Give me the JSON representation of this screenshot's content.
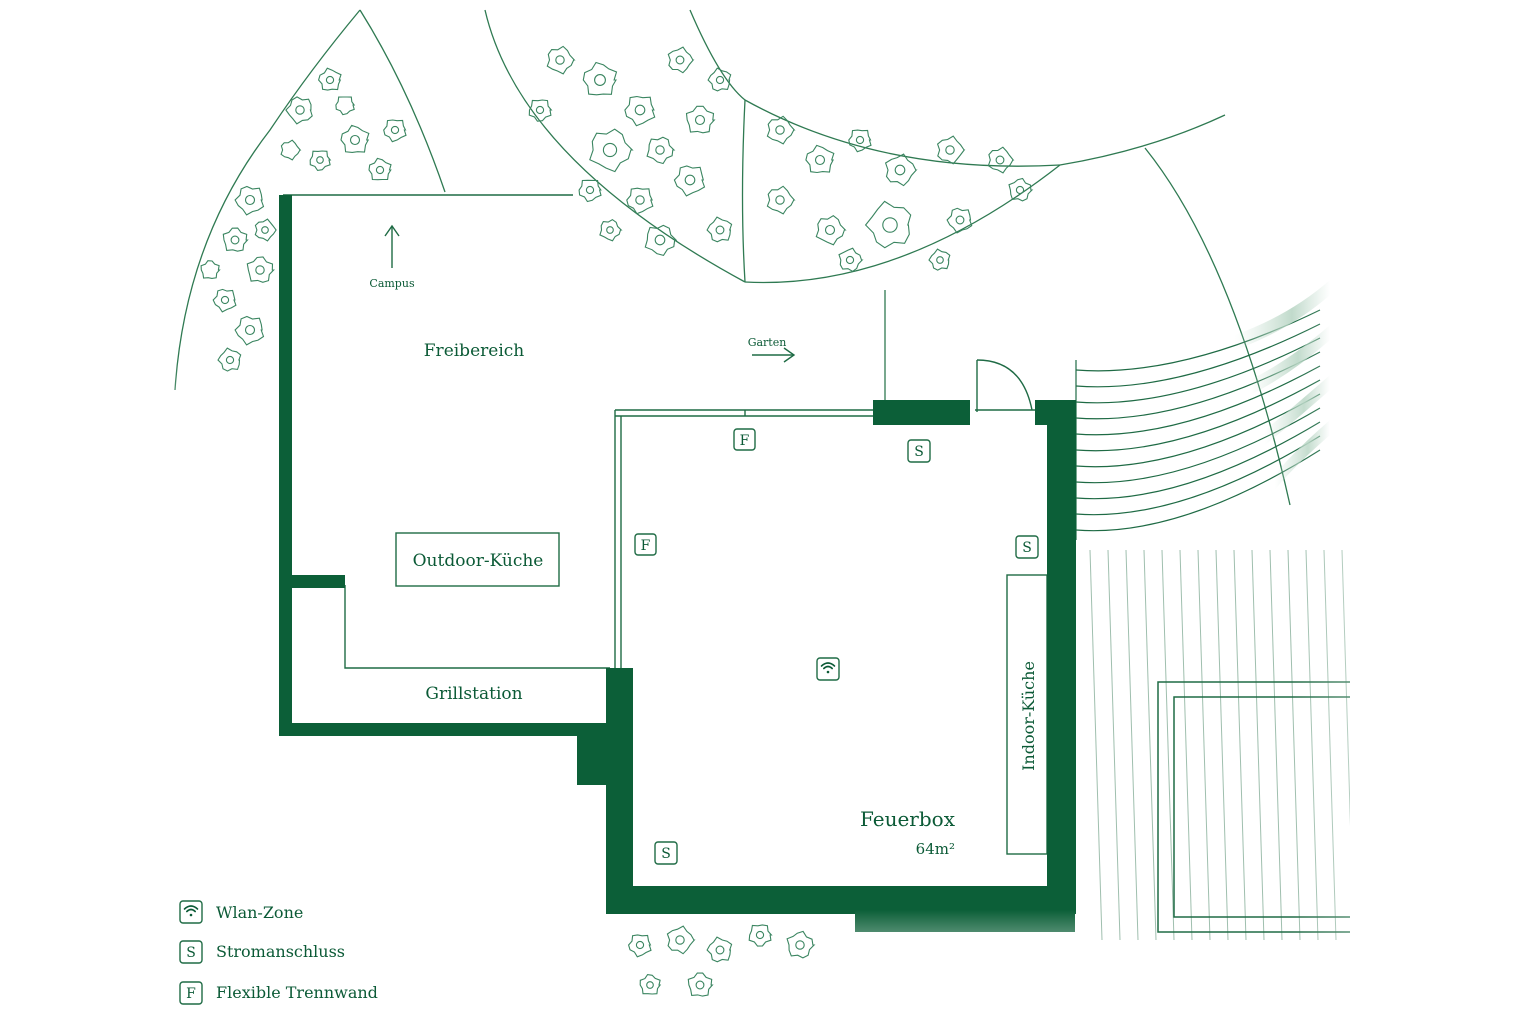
{
  "colors": {
    "primary": "#0b5a36",
    "wall": "#0c5f38",
    "line": "#1f6b45",
    "foliage": "#2f7a52",
    "background": "#ffffff"
  },
  "plan": {
    "freibereich": "Freibereich",
    "campus": "Campus",
    "garten": "Garten",
    "outdoor_kitchen": "Outdoor-Küche",
    "grill": "Grillstation",
    "indoor_kitchen": "Indoor-Küche",
    "room_name": "Feuerbox",
    "room_size": "64m²"
  },
  "markers": {
    "power": "S",
    "flex": "F"
  },
  "legend": {
    "items": [
      {
        "icon": "wifi-icon",
        "label": "Wlan-Zone"
      },
      {
        "icon": "S",
        "label": "Stromanschluss"
      },
      {
        "icon": "F",
        "label": "Flexible Trennwand"
      }
    ]
  }
}
